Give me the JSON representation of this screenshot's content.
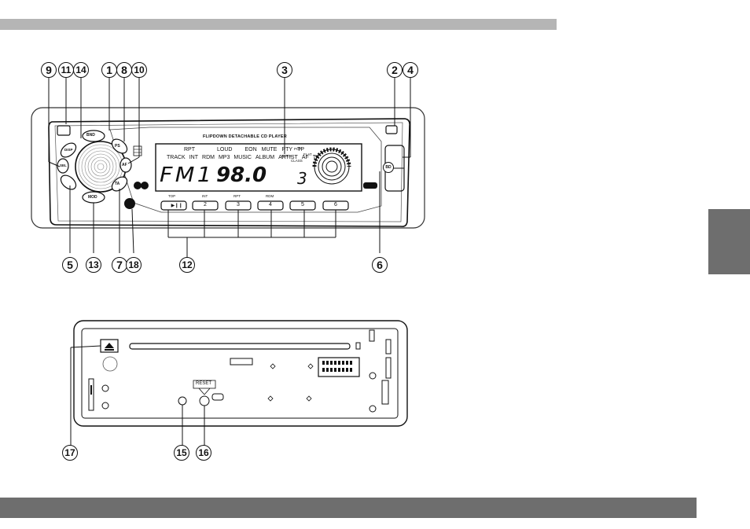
{
  "front": {
    "title_strip": "FLIPDOWN DETACHABLE CD PLAYER",
    "indicators_row1": [
      "RPT",
      "LOUD",
      "EON",
      "MUTE",
      "PTY",
      "TP"
    ],
    "indicators_row2": [
      "TRACK",
      "INT",
      "RDM",
      "MP3",
      "MUSIC",
      "ALBUM",
      "ARTIST",
      "AF",
      "TA"
    ],
    "eq_labels": [
      "POP",
      "ROCK",
      "FLAT",
      "CLASS"
    ],
    "display_band": "FM1",
    "display_freq": "98.0",
    "display_preset": "3",
    "preset_labels": [
      "TOP",
      "INT",
      "RPT",
      "RDM",
      "",
      ""
    ],
    "preset_buttons": [
      "▶❙❙",
      "2",
      "3",
      "4",
      "5",
      "6"
    ],
    "left_buttons": [
      "BND",
      "DISP",
      "PS",
      "AF",
      "TA",
      "MOD"
    ],
    "sel_label": "SEL",
    "right_label": "BD"
  },
  "back": {
    "reset_label": "RESET"
  },
  "callouts_front": [
    "9",
    "11",
    "14",
    "1",
    "8",
    "10",
    "3",
    "2",
    "4",
    "5",
    "13",
    "7",
    "18",
    "12",
    "6"
  ],
  "callouts_back": [
    "17",
    "15",
    "16"
  ]
}
